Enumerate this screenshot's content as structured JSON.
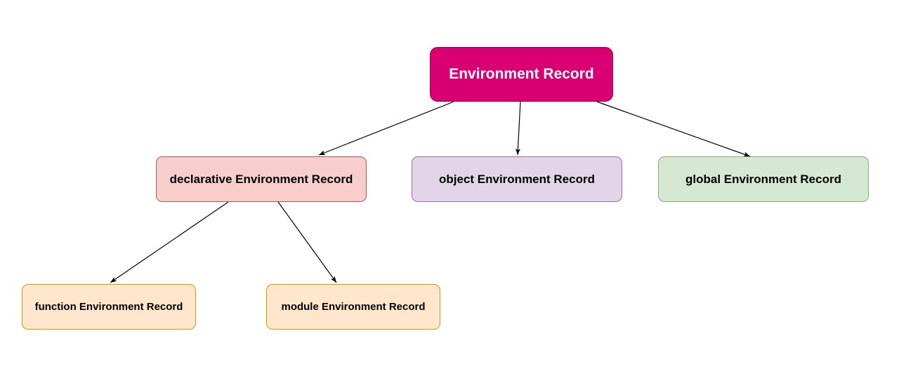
{
  "diagram": {
    "nodes": [
      {
        "id": "root",
        "label": "Environment Record",
        "fill": "#d80073",
        "stroke": "#a50040",
        "text_color": "#ffffff"
      },
      {
        "id": "declarative",
        "label": "declarative Environment Record",
        "fill": "#f8cecc",
        "stroke": "#b85450",
        "text_color": "#000000"
      },
      {
        "id": "object",
        "label": "object Environment Record",
        "fill": "#e1d5e7",
        "stroke": "#9673a6",
        "text_color": "#000000"
      },
      {
        "id": "global",
        "label": "global Environment Record",
        "fill": "#d5e8d4",
        "stroke": "#82b366",
        "text_color": "#000000"
      },
      {
        "id": "function",
        "label": "function Environment Record",
        "fill": "#ffe6cc",
        "stroke": "#d79b00",
        "text_color": "#000000"
      },
      {
        "id": "module",
        "label": "module Environment Record",
        "fill": "#ffe6cc",
        "stroke": "#d79b00",
        "text_color": "#000000"
      }
    ],
    "edges": [
      {
        "from": "root",
        "to": "declarative"
      },
      {
        "from": "root",
        "to": "object"
      },
      {
        "from": "root",
        "to": "global"
      },
      {
        "from": "declarative",
        "to": "function"
      },
      {
        "from": "declarative",
        "to": "module"
      }
    ],
    "edge_color": "#000000"
  }
}
